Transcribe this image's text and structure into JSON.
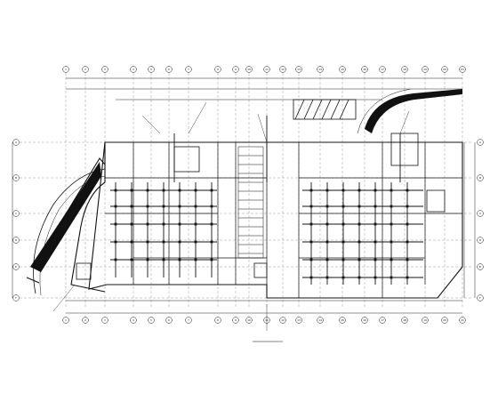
{
  "drawing": {
    "sheet_title": "",
    "north_arrow_label": "",
    "axis_labels_top": [
      "1",
      "2",
      "3",
      "4",
      "5",
      "6",
      "7",
      "8",
      "9",
      "10",
      "11",
      "12",
      "13",
      "14",
      "15",
      "16",
      "17",
      "18",
      "19",
      "20",
      "21"
    ],
    "axis_labels_left": [
      "A",
      "B",
      "C",
      "D",
      "E",
      "F"
    ],
    "note_labels": [],
    "line_color": "#1a1a1a",
    "accent": "#000000"
  }
}
